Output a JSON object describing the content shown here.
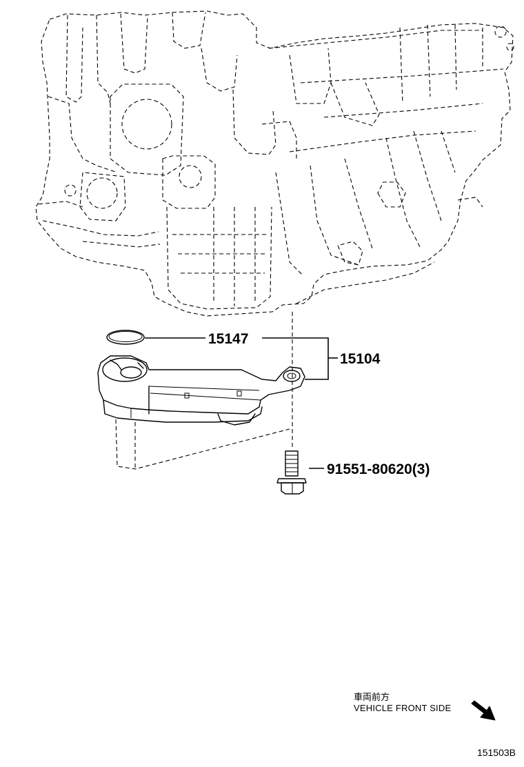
{
  "callouts": {
    "o_ring": "15147",
    "strainer_assy": "15104",
    "bolt": "91551-80620(3)"
  },
  "direction_note": {
    "japanese": "車両前方",
    "english": "VEHICLE FRONT SIDE"
  },
  "figure_code": "151503B",
  "icons": {
    "direction_arrow": "arrow-down-right-icon"
  }
}
